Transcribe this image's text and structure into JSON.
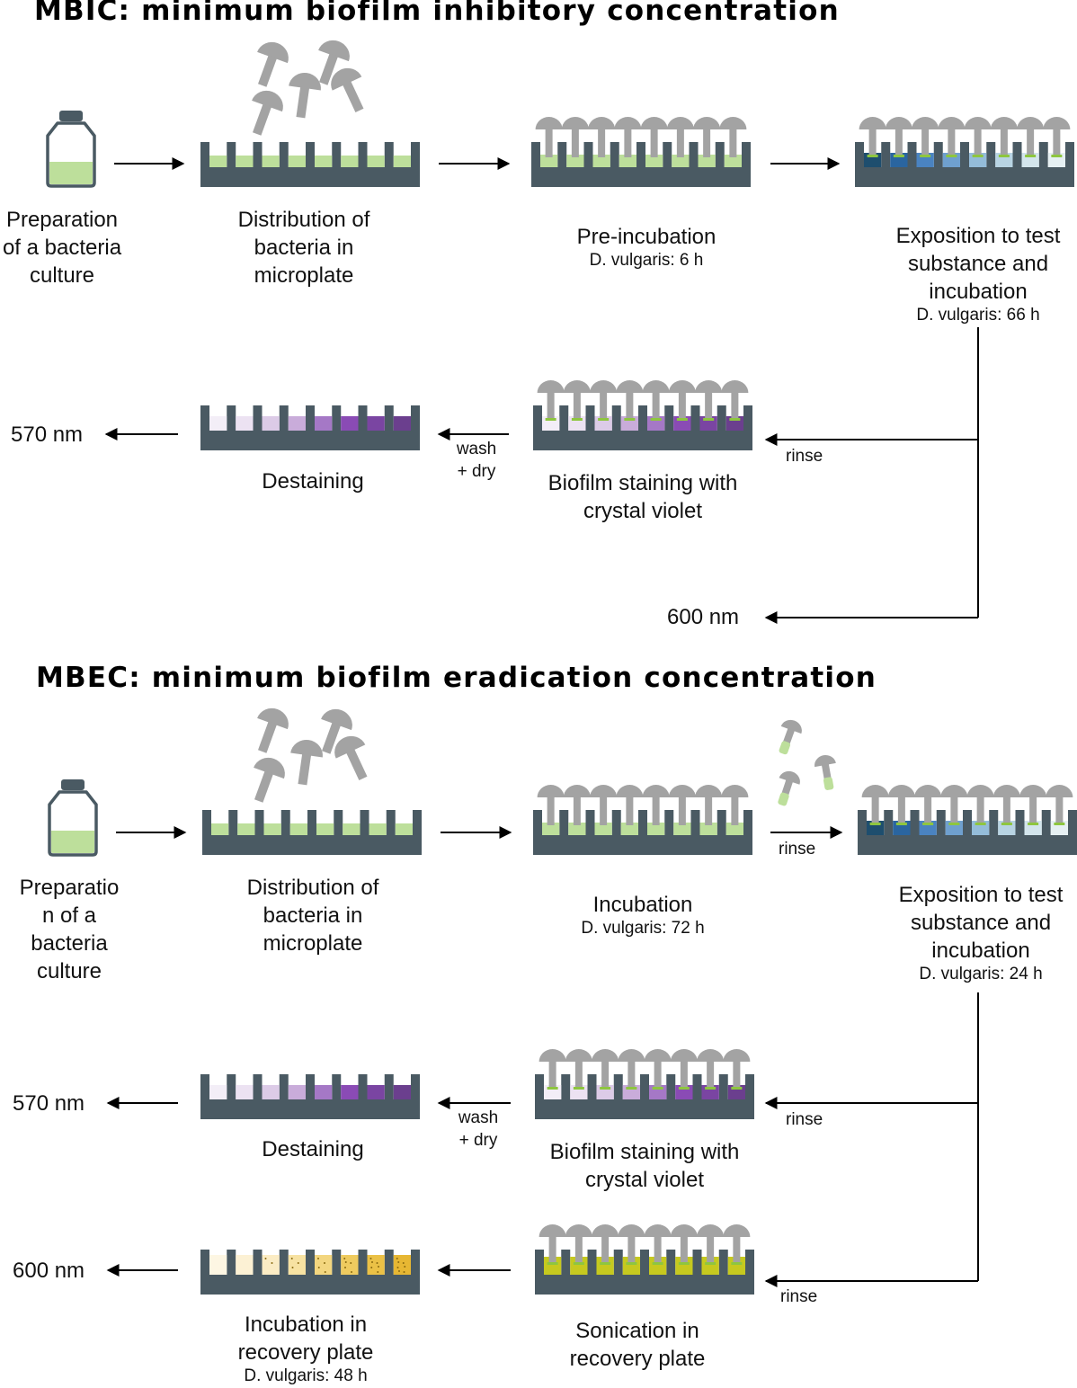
{
  "mbic": {
    "title": "MBIC: minimum biofilm inhibitory concentration",
    "step1": "Preparation of a bacteria culture",
    "step2": "Distribution of bacteria in microplate",
    "step3": "Pre-incubation",
    "step3_time": "D. vulgaris: 6 h",
    "step4": "Exposition to test substance and incubation",
    "step4_time": "D. vulgaris: 66 h",
    "step5": "Biofilm staining with crystal violet",
    "step6": "Destaining",
    "rinse": "rinse",
    "wash": "wash",
    "dry": "+ dry",
    "nm570": "570 nm",
    "nm600": "600 nm"
  },
  "mbec": {
    "title": "MBEC: minimum biofilm eradication concentration",
    "step1_line1": "Preparatio",
    "step1_line2": "n of a bacteria culture",
    "step2": "Distribution of bacteria in microplate",
    "step3": "Incubation",
    "step3_time": "D. vulgaris: 72 h",
    "rinse_top": "rinse",
    "step4": "Exposition to test substance and incubation",
    "step4_time": "D. vulgaris: 24 h",
    "step5": "Biofilm staining with crystal violet",
    "step6": "Destaining",
    "step7": "Sonication in recovery plate",
    "step8": "Incubation in recovery plate",
    "step8_time": "D. vulgaris: 48 h",
    "rinse_mid": "rinse",
    "rinse_bot": "rinse",
    "wash": "wash",
    "dry": "+ dry",
    "nm570": "570 nm",
    "nm600": "600 nm"
  },
  "colors": {
    "plate": "#4a5a63",
    "peg": "#a3a3a3",
    "culture_green": "#bddf9b",
    "biofilm_green": "#8ec63f",
    "violet_scale": [
      "#f3eef7",
      "#ece2f2",
      "#dccbe7",
      "#c9acda",
      "#a578c6",
      "#8a4bb5",
      "#7a45a2",
      "#6b3f8e"
    ],
    "exposure_scale": [
      "#1e4e6e",
      "#2a65a0",
      "#4a83c1",
      "#6fa0cf",
      "#94bcd9",
      "#b8d4e3",
      "#d3e5ec",
      "#e6f0f3"
    ],
    "recovery_scale": [
      "#fdf6e3",
      "#fcf1d4",
      "#fbecc4",
      "#f7e2a2",
      "#f3d67f",
      "#efcb5f",
      "#ebc146",
      "#e7b733"
    ],
    "sonication_fill": "#c6c91f"
  }
}
